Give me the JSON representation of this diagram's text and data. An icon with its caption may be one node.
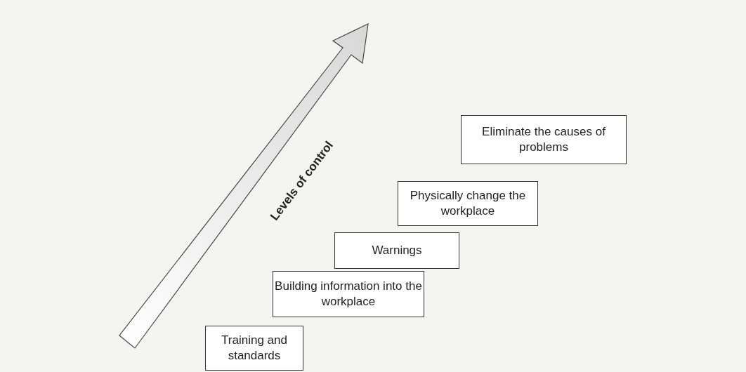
{
  "diagram": {
    "nodes": [
      {
        "text": [
          "Eliminate the causes of problems"
        ]
      },
      {
        "text": [
          "Physically change the workplace"
        ]
      },
      {
        "text": [
          "Warnings"
        ]
      },
      {
        "text": [
          "Building information into the workplace"
        ]
      },
      {
        "text": [
          "Training and standards"
        ]
      }
    ],
    "labels": [
      "Levels of control"
    ]
  }
}
